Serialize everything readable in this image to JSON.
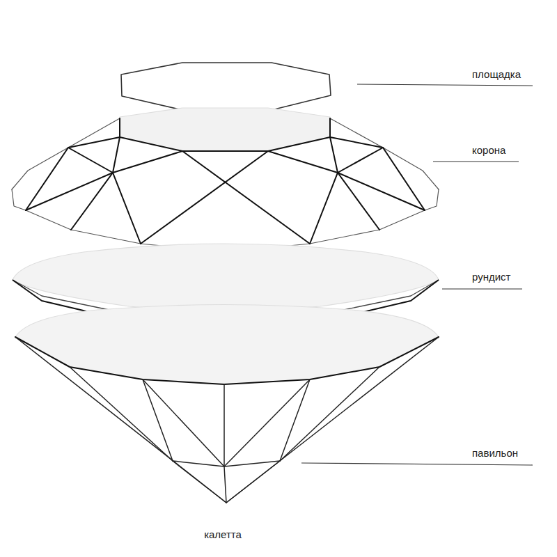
{
  "diagram": {
    "labels": [
      "площадка",
      "корона",
      "рундист",
      "павильон",
      "калетта"
    ]
  }
}
